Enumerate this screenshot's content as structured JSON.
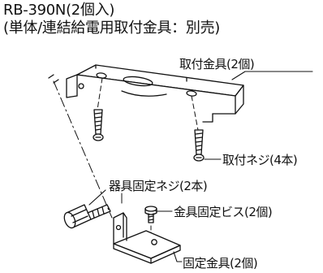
{
  "title": {
    "line1": "RB-390N(2個入)",
    "line2": "(単体/連結給電用取付金具：別売)"
  },
  "labels": {
    "bracket": "取付金具(2個)",
    "mount_screw": "取付ネジ(4本)",
    "fixture_screw": "器具固定ネジ(2本)",
    "bracket_screw": "金具固定ビス(2個)",
    "fixing_bracket": "固定金具(2個)"
  }
}
